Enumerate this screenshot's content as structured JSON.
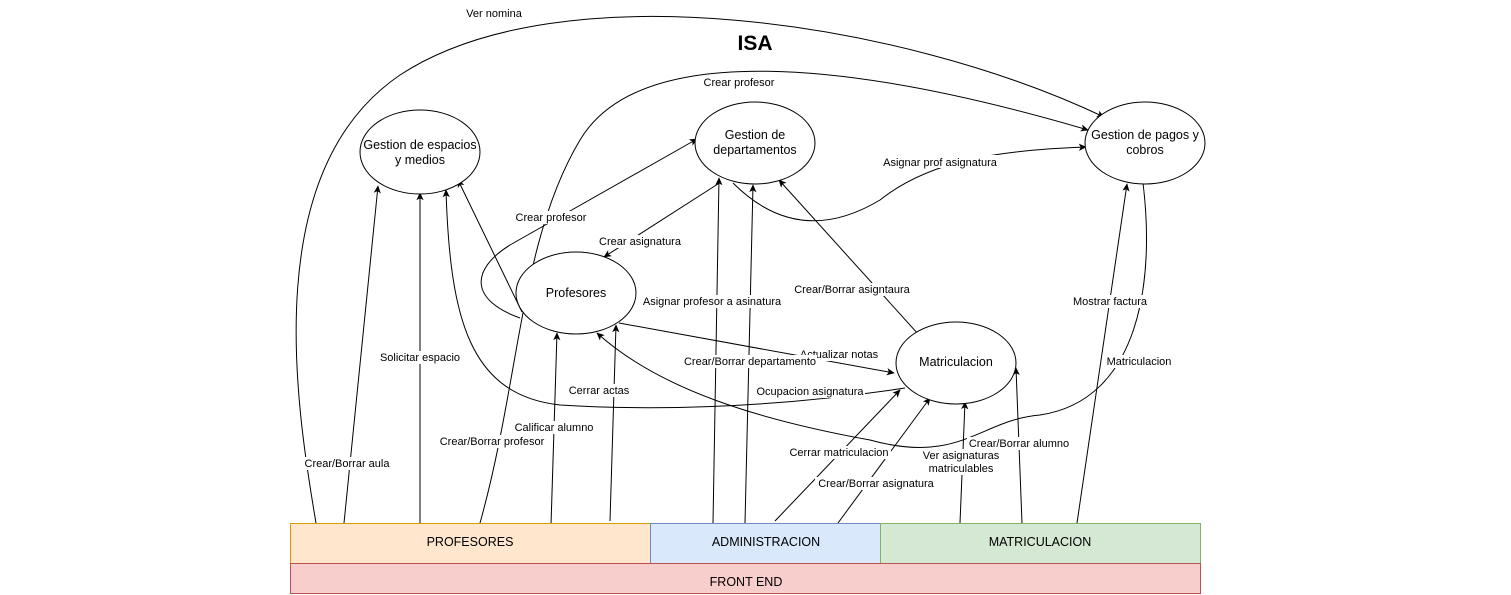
{
  "title": "ISA",
  "nodes": {
    "espacios": {
      "line1": "Gestion de espacios",
      "line2": "y medios"
    },
    "departamentos": {
      "line1": "Gestion de",
      "line2": "departamentos"
    },
    "pagos": {
      "line1": "Gestion de pagos y",
      "line2": "cobros"
    },
    "profesores": {
      "line1": "Profesores"
    },
    "matriculacion": {
      "line1": "Matriculacion"
    }
  },
  "bars": {
    "profesores": {
      "label": "PROFESORES",
      "fill": "#ffe6cc",
      "stroke": "#d79b00"
    },
    "administracion": {
      "label": "ADMINISTRACION",
      "fill": "#dae8fc",
      "stroke": "#6c8ebf"
    },
    "matriculacion": {
      "label": "MATRICULACION",
      "fill": "#d5e8d4",
      "stroke": "#82b366"
    },
    "frontend": {
      "label": "FRONT END",
      "fill": "#f8cecc",
      "stroke": "#b85450"
    }
  },
  "edges": {
    "ver_nomina": "Ver nomina",
    "crear_profesor_top": "Crear profesor",
    "asignar_prof_asignatura": "Asignar prof asignatura",
    "crear_profesor_left": "Crear profesor",
    "crear_asignatura": "Crear asignatura",
    "asignar_profesor_asinatura": "Asignar profesor a asinatura",
    "crear_borrar_asigntaura": "Crear/Borrar asigntaura",
    "mostrar_factura": "Mostrar factura",
    "solicitar_espacio": "Solicitar espacio",
    "actualizar_notas": "Actualizar notas",
    "crear_borrar_departamento": "Crear/Borrar departamento",
    "matriculacion": "Matriculacion",
    "ocupacion_asignatura": "Ocupacion asignatura",
    "cerrar_actas": "Cerrar actas",
    "calificar_alumno": "Calificar alumno",
    "crear_borrar_profesor": "Crear/Borrar profesor",
    "crear_borrar_alumno": "Crear/Borrar alumno",
    "cerrar_matriculacion": "Cerrar matriculacion",
    "ver_asignaturas_1": "Ver asignaturas",
    "ver_asignaturas_2": "matriculables",
    "crear_borrar_aula": "Crear/Borrar aula",
    "crear_borrar_asignatura": "Crear/Borrar asignatura"
  }
}
